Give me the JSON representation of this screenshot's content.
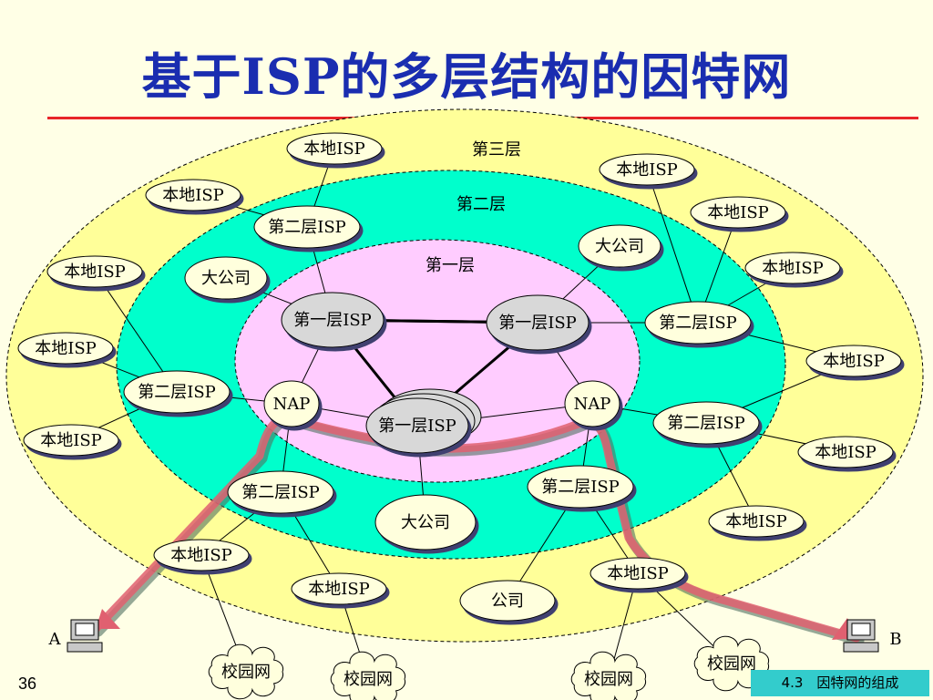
{
  "title": "基于ISP的多层结构的因特网",
  "zones": {
    "tier3": "第三层",
    "tier2": "第二层",
    "tier1": "第一层"
  },
  "colors": {
    "title": "#1a2db0",
    "rule": "#e8252a",
    "tier3_fill": "#ffff99",
    "tier2_fill": "#00ffcc",
    "tier1_fill": "#ffccff",
    "node_fill": "#ffffdd",
    "isp1_fill": "#d8d8d8",
    "route": "#e06070",
    "footer": "#33cccc"
  },
  "nodes": [
    {
      "id": "L1",
      "label": "本地ISP"
    },
    {
      "id": "L2",
      "label": "本地ISP"
    },
    {
      "id": "L3",
      "label": "本地ISP"
    },
    {
      "id": "L4",
      "label": "本地ISP"
    },
    {
      "id": "L5",
      "label": "本地ISP"
    },
    {
      "id": "L6",
      "label": "本地ISP"
    },
    {
      "id": "L7",
      "label": "本地ISP"
    },
    {
      "id": "L8",
      "label": "本地ISP"
    },
    {
      "id": "L9",
      "label": "本地ISP"
    },
    {
      "id": "L10",
      "label": "本地ISP"
    },
    {
      "id": "L11",
      "label": "本地ISP"
    },
    {
      "id": "L12",
      "label": "本地ISP"
    },
    {
      "id": "L13",
      "label": "本地ISP"
    },
    {
      "id": "L14",
      "label": "本地ISP"
    },
    {
      "id": "S1",
      "label": "第二层ISP"
    },
    {
      "id": "S2",
      "label": "第二层ISP"
    },
    {
      "id": "S3",
      "label": "第二层ISP"
    },
    {
      "id": "S4",
      "label": "第二层ISP"
    },
    {
      "id": "S5",
      "label": "第二层ISP"
    },
    {
      "id": "S6",
      "label": "第二层ISP"
    },
    {
      "id": "F1",
      "label": "第一层ISP"
    },
    {
      "id": "F2",
      "label": "第一层ISP"
    },
    {
      "id": "F3",
      "label": "第一层ISP"
    },
    {
      "id": "N1",
      "label": "NAP"
    },
    {
      "id": "N2",
      "label": "NAP"
    },
    {
      "id": "C1",
      "label": "大公司"
    },
    {
      "id": "C2",
      "label": "大公司"
    },
    {
      "id": "C3",
      "label": "大公司"
    },
    {
      "id": "C4",
      "label": "公司"
    },
    {
      "id": "K1",
      "label": "校园网"
    },
    {
      "id": "K2",
      "label": "校园网"
    },
    {
      "id": "K3",
      "label": "校园网"
    },
    {
      "id": "K4",
      "label": "校园网"
    }
  ],
  "endpoints": {
    "a": "A",
    "b": "B"
  },
  "page_number": "36",
  "footer": "4.3　因特网的组成"
}
